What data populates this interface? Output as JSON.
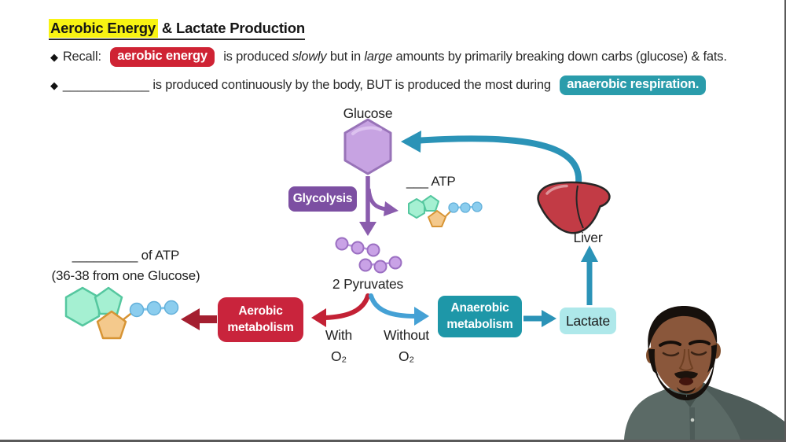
{
  "header": {
    "title_highlight": "Aerobic Energy",
    "title_rest": " & Lactate Production"
  },
  "bullets": {
    "bullet_char": "◆",
    "b1": {
      "prefix": "Recall: ",
      "badge": "aerobic energy",
      "seg1": " is produced ",
      "italic1": "slowly",
      "seg2": " but in ",
      "italic2": "large",
      "seg3": " amounts by primarily breaking down carbs (glucose) & fats."
    },
    "b2": {
      "blank": "____________",
      "seg1": " is produced continuously by the body, BUT is produced the most during ",
      "badge": "anaerobic respiration."
    }
  },
  "diagram": {
    "glucose_label": "Glucose",
    "glycolysis_label": "Glycolysis",
    "atp_blank_label": "___ ATP",
    "pyruvates_label": "2 Pyruvates",
    "with_o2": {
      "line1": "With",
      "line2": "O₂"
    },
    "without_o2": {
      "line1": "Without",
      "line2": "O₂"
    },
    "aerobic_box": {
      "line1": "Aerobic",
      "line2": "metabolism"
    },
    "anaerobic_box": {
      "line1": "Anaerobic",
      "line2": "metabolism"
    },
    "lactate_label": "Lactate",
    "liver_label": "Liver",
    "atp_yield_blank": "_________ of ATP",
    "atp_yield_note": "(36-38 from one Glucose)"
  },
  "colors": {
    "highlight_yellow": "#f8f312",
    "badge_red": "#cf2334",
    "badge_teal": "#2a9cab",
    "box_red": "#c9243c",
    "box_teal": "#1e97a8",
    "lactate_fill": "#aee8ea",
    "glycolysis_purple": "#7c4fa2",
    "glucose_purple": "#c7a3e2",
    "arrow_purple": "#8a5cad",
    "arrow_teal": "#2b93b7",
    "arrow_red": "#c32135",
    "arrow_blue": "#45a1d5",
    "arrow_dark_red": "#a41f30",
    "adenine_mint": "#a5f0d2",
    "ribose_orange": "#f4c98c",
    "phosphate_blue": "#8bcdee",
    "liver_red": "#c23b45"
  }
}
